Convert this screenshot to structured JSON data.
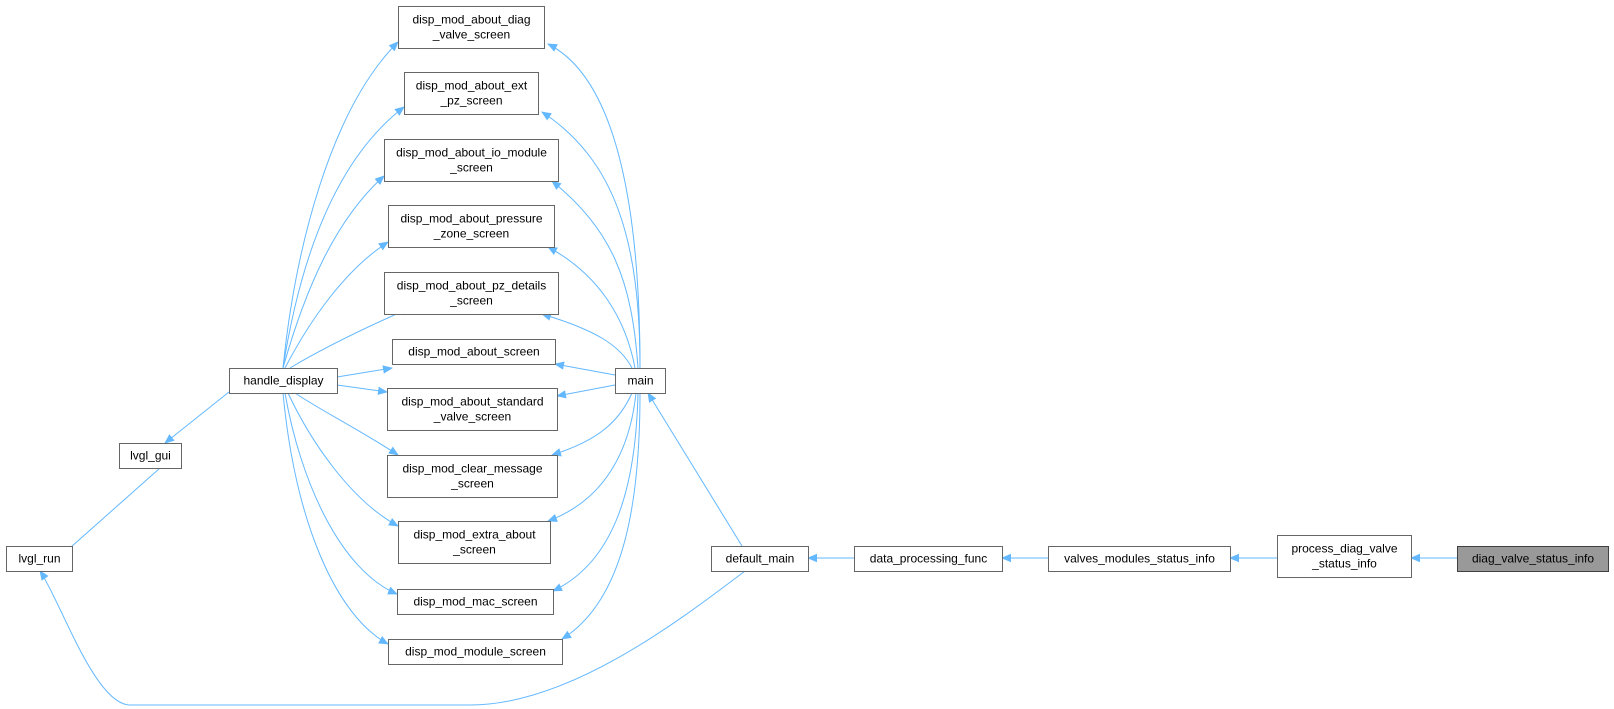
{
  "graph": {
    "edge_color": "#63b8ff",
    "node_fill": "#ffffff",
    "node_border": "#666666",
    "highlight_fill": "#999999",
    "highlight_border": "#404040",
    "nodes": [
      {
        "id": "disp_mod_about_diag_valve_screen",
        "lines": [
          "disp_mod_about_diag",
          "_valve_screen"
        ],
        "highlight": false
      },
      {
        "id": "disp_mod_about_ext_pz_screen",
        "lines": [
          "disp_mod_about_ext",
          "_pz_screen"
        ],
        "highlight": false
      },
      {
        "id": "disp_mod_about_io_module_screen",
        "lines": [
          "disp_mod_about_io_module",
          "_screen"
        ],
        "highlight": false
      },
      {
        "id": "disp_mod_about_pressure_zone_screen",
        "lines": [
          "disp_mod_about_pressure",
          "_zone_screen"
        ],
        "highlight": false
      },
      {
        "id": "disp_mod_about_pz_details_screen",
        "lines": [
          "disp_mod_about_pz_details",
          "_screen"
        ],
        "highlight": false
      },
      {
        "id": "disp_mod_about_screen",
        "lines": [
          "disp_mod_about_screen"
        ],
        "highlight": false
      },
      {
        "id": "disp_mod_about_standard_valve_screen",
        "lines": [
          "disp_mod_about_standard",
          "_valve_screen"
        ],
        "highlight": false
      },
      {
        "id": "disp_mod_clear_message_screen",
        "lines": [
          "disp_mod_clear_message",
          "_screen"
        ],
        "highlight": false
      },
      {
        "id": "disp_mod_extra_about_screen",
        "lines": [
          "disp_mod_extra_about",
          "_screen"
        ],
        "highlight": false
      },
      {
        "id": "disp_mod_mac_screen",
        "lines": [
          "disp_mod_mac_screen"
        ],
        "highlight": false
      },
      {
        "id": "disp_mod_module_screen",
        "lines": [
          "disp_mod_module_screen"
        ],
        "highlight": false
      },
      {
        "id": "handle_display",
        "lines": [
          "handle_display"
        ],
        "highlight": false
      },
      {
        "id": "lvgl_gui",
        "lines": [
          "lvgl_gui"
        ],
        "highlight": false
      },
      {
        "id": "lvgl_run",
        "lines": [
          "lvgl_run"
        ],
        "highlight": false
      },
      {
        "id": "main",
        "lines": [
          "main"
        ],
        "highlight": false
      },
      {
        "id": "default_main",
        "lines": [
          "default_main"
        ],
        "highlight": false
      },
      {
        "id": "data_processing_func",
        "lines": [
          "data_processing_func"
        ],
        "highlight": false
      },
      {
        "id": "valves_modules_status_info",
        "lines": [
          "valves_modules_status_info"
        ],
        "highlight": false
      },
      {
        "id": "process_diag_valve_status_info",
        "lines": [
          "process_diag_valve",
          "_status_info"
        ],
        "highlight": false
      },
      {
        "id": "diag_valve_status_info",
        "lines": [
          "diag_valve_status_info"
        ],
        "highlight": true
      }
    ],
    "edges": [
      {
        "from": "diag_valve_status_info",
        "to": "process_diag_valve_status_info"
      },
      {
        "from": "process_diag_valve_status_info",
        "to": "valves_modules_status_info"
      },
      {
        "from": "valves_modules_status_info",
        "to": "data_processing_func"
      },
      {
        "from": "data_processing_func",
        "to": "default_main"
      },
      {
        "from": "default_main",
        "to": "lvgl_run"
      },
      {
        "from": "default_main",
        "to": "main"
      },
      {
        "from": "main",
        "to": "disp_mod_about_diag_valve_screen"
      },
      {
        "from": "main",
        "to": "disp_mod_about_ext_pz_screen"
      },
      {
        "from": "main",
        "to": "disp_mod_about_io_module_screen"
      },
      {
        "from": "main",
        "to": "disp_mod_about_pressure_zone_screen"
      },
      {
        "from": "main",
        "to": "disp_mod_about_pz_details_screen"
      },
      {
        "from": "main",
        "to": "disp_mod_about_screen"
      },
      {
        "from": "main",
        "to": "disp_mod_about_standard_valve_screen"
      },
      {
        "from": "main",
        "to": "disp_mod_clear_message_screen"
      },
      {
        "from": "main",
        "to": "disp_mod_extra_about_screen"
      },
      {
        "from": "main",
        "to": "disp_mod_mac_screen"
      },
      {
        "from": "main",
        "to": "disp_mod_module_screen"
      },
      {
        "from": "disp_mod_about_diag_valve_screen",
        "to": "handle_display"
      },
      {
        "from": "disp_mod_about_ext_pz_screen",
        "to": "handle_display"
      },
      {
        "from": "disp_mod_about_io_module_screen",
        "to": "handle_display"
      },
      {
        "from": "disp_mod_about_pressure_zone_screen",
        "to": "handle_display"
      },
      {
        "from": "disp_mod_about_pz_details_screen",
        "to": "handle_display"
      },
      {
        "from": "disp_mod_about_screen",
        "to": "handle_display"
      },
      {
        "from": "disp_mod_about_standard_valve_screen",
        "to": "handle_display"
      },
      {
        "from": "disp_mod_clear_message_screen",
        "to": "handle_display"
      },
      {
        "from": "disp_mod_extra_about_screen",
        "to": "handle_display"
      },
      {
        "from": "disp_mod_mac_screen",
        "to": "handle_display"
      },
      {
        "from": "disp_mod_module_screen",
        "to": "handle_display"
      },
      {
        "from": "handle_display",
        "to": "lvgl_gui"
      },
      {
        "from": "lvgl_gui",
        "to": "lvgl_run"
      }
    ]
  }
}
